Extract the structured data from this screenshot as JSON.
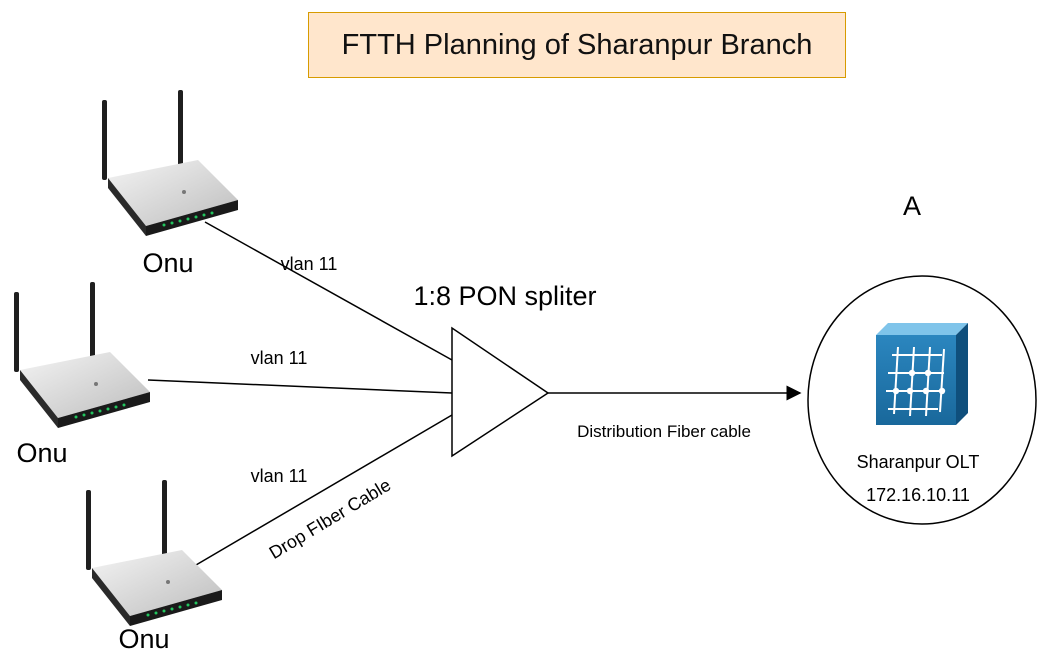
{
  "title": "FTTH Planning of Sharanpur Branch",
  "onus": [
    {
      "label": "Onu",
      "link_label": "vlan 11"
    },
    {
      "label": "Onu",
      "link_label": "vlan 11"
    },
    {
      "label": "Onu",
      "link_label": "vlan 11"
    }
  ],
  "drop_cable_label": "Drop FIber Cable",
  "splitter": {
    "label": "1:8 PON spliter"
  },
  "distribution_label": "Distribution Fiber cable",
  "olt": {
    "name": "Sharanpur OLT",
    "ip": "172.16.10.11",
    "marker": "A",
    "icon": "switch-cube-icon"
  },
  "colors": {
    "title_fill": "#ffe6cc",
    "title_border": "#d79b00",
    "olt_icon": "#1f6fa0",
    "onu_led": "#22c55e"
  }
}
